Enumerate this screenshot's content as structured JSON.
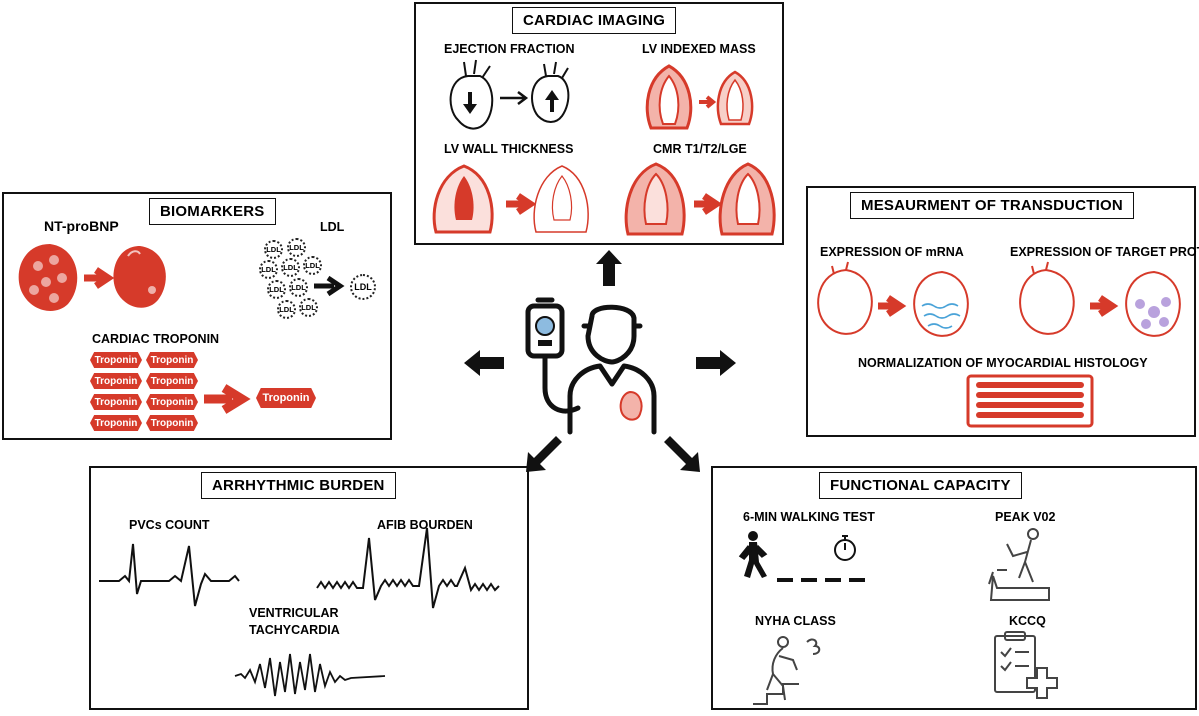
{
  "panels": {
    "cardiac_imaging": {
      "title": "CARDIAC IMAGING",
      "ejection_fraction": "EJECTION FRACTION",
      "lv_indexed_mass": "LV INDEXED MASS",
      "lv_wall_thickness": "LV WALL THICKNESS",
      "cmr": "CMR T1/T2/LGE"
    },
    "biomarkers": {
      "title": "BIOMARKERS",
      "nt_probnp": "NT-proBNP",
      "ldl": "LDL",
      "ldl_token": "LDL",
      "cardiac_troponin": "CARDIAC TROPONIN",
      "troponin_token": "Troponin"
    },
    "transduction": {
      "title": "MESAURMENT OF TRANSDUCTION",
      "mrna": "EXPRESSION OF mRNA",
      "target_protein": "EXPRESSION OF TARGET PROTEIN",
      "histology": "NORMALIZATION OF MYOCARDIAL HISTOLOGY"
    },
    "arrhythmic": {
      "title": "ARRHYTHMIC BURDEN",
      "pvcs": "PVCs COUNT",
      "afib": "AFIB BOURDEN",
      "vt_line1": "VENTRICULAR",
      "vt_line2": "TACHYCARDIA"
    },
    "functional": {
      "title": "FUNCTIONAL CAPACITY",
      "walking": "6-MIN WALKING TEST",
      "peak": "PEAK V02",
      "nyha": "NYHA CLASS",
      "kccq": "KCCQ"
    }
  },
  "colors": {
    "accent_red": "#d63a2a",
    "light_red": "#f3b3aa",
    "outline": "#111111"
  },
  "icons": [
    "patient-iv-icon",
    "heart-icon",
    "stopwatch-icon",
    "walking-person-icon",
    "treadmill-icon",
    "clipboard-plus-icon",
    "tired-person-icon"
  ]
}
